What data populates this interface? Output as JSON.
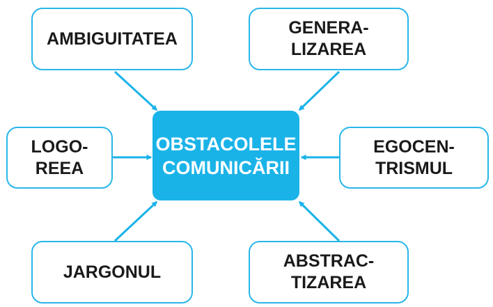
{
  "diagram": {
    "center": {
      "line1": "OBSTACOLELE",
      "line2": "COMUNICĂRII"
    },
    "nodes": {
      "ambiguitatea": {
        "line1": "AMBIGUITATEA"
      },
      "generalizarea": {
        "line1": "GENERA-",
        "line2": "LIZAREA"
      },
      "logoreea": {
        "line1": "LOGO-",
        "line2": "REEA"
      },
      "egocentrismul": {
        "line1": "EGOCEN-",
        "line2": "TRISMUL"
      },
      "jargonul": {
        "line1": "JARGONUL"
      },
      "abstractizarea": {
        "line1": "ABSTRAC-",
        "line2": "TIZAREA"
      }
    },
    "colors": {
      "accent": "#1ab3e8",
      "border": "#29b6e8",
      "text": "#1a1a1a"
    }
  }
}
